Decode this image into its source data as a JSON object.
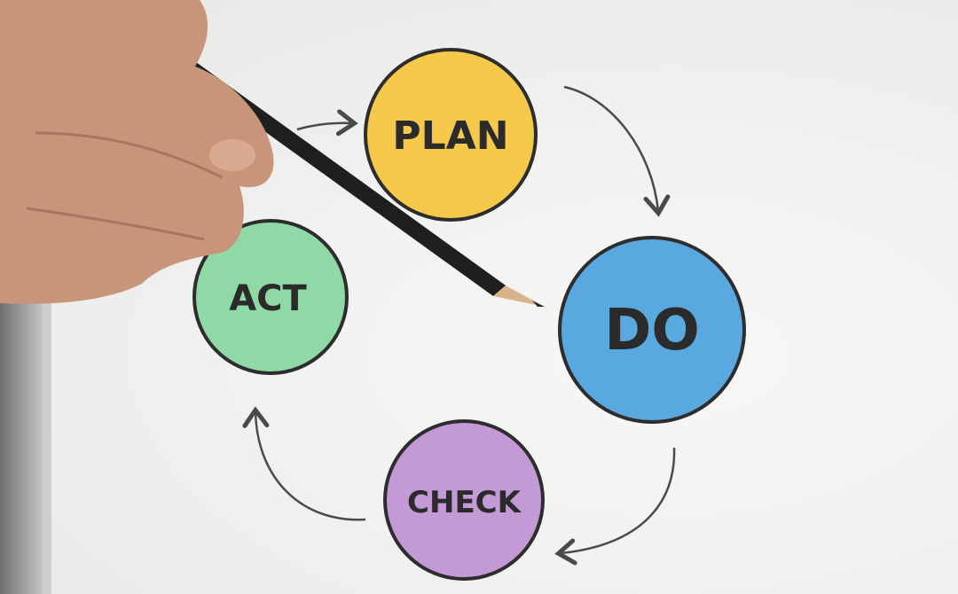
{
  "cycle": {
    "steps": [
      {
        "label": "PLAN",
        "color": "#f6c94a"
      },
      {
        "label": "DO",
        "color": "#5aa8e0"
      },
      {
        "label": "CHECK",
        "color": "#c49ad6"
      },
      {
        "label": "ACT",
        "color": "#8fd9a6"
      }
    ],
    "outline_color": "#2d2d2d",
    "arrow_color": "#4a4a4a"
  },
  "objects": {
    "pencil_color": "#1f1f1f",
    "pencil_tip_color": "#d9b48a",
    "hand_color": "#c9957a"
  }
}
